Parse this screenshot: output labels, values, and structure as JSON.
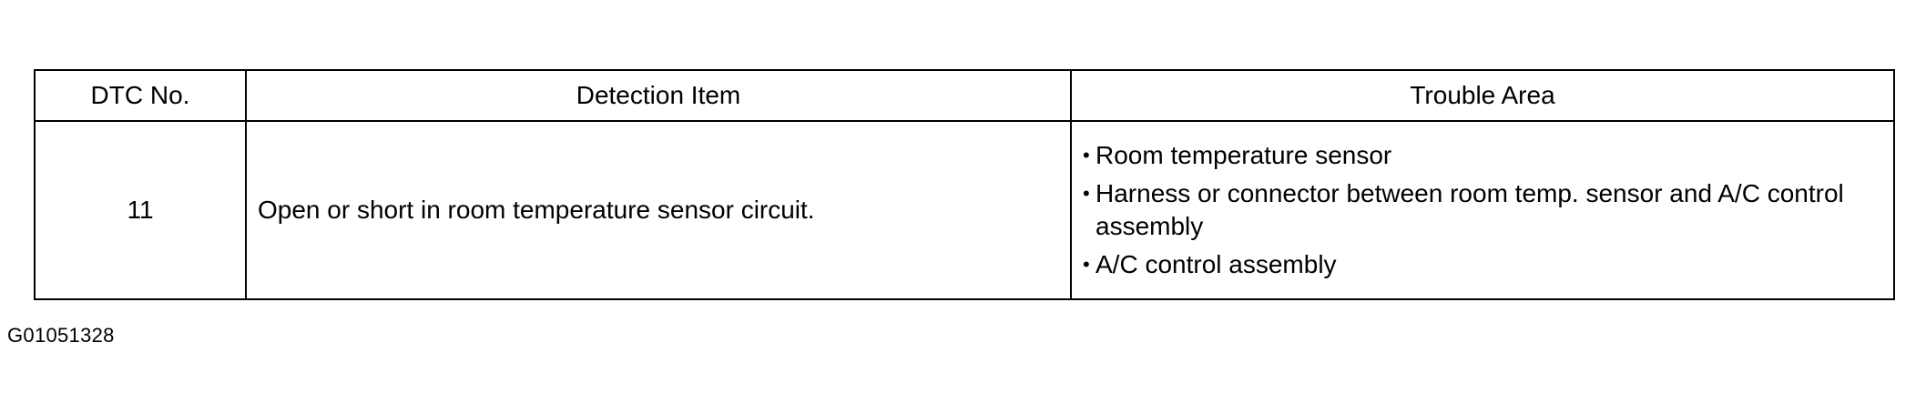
{
  "table": {
    "headers": {
      "dtc_no": "DTC No.",
      "detection_item": "Detection Item",
      "trouble_area": "Trouble Area"
    },
    "rows": [
      {
        "dtc_no": "11",
        "detection_item": "Open or short in room temperature sensor circuit.",
        "trouble_area": [
          "Room temperature sensor",
          "Harness or connector between room temp. sensor and A/C control assembly",
          "A/C control assembly"
        ]
      }
    ]
  },
  "bullet_glyph": "•",
  "figure_id": "G01051328"
}
